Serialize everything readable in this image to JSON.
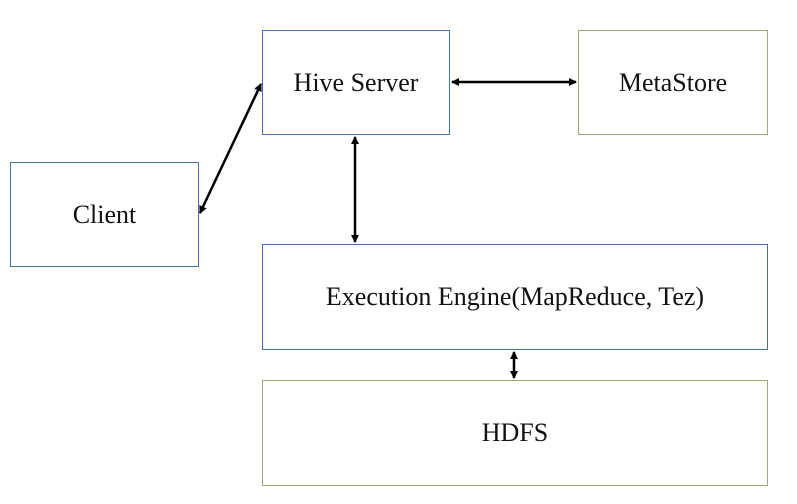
{
  "nodes": {
    "hive_server": "Hive Server",
    "metastore": "MetaStore",
    "client": "Client",
    "execution_engine": "Execution Engine(MapReduce, Tez)",
    "hdfs": "HDFS"
  },
  "colors": {
    "blue_border": "#4a6fa5",
    "green_border": "#9bab6a",
    "arrow": "#000000"
  }
}
